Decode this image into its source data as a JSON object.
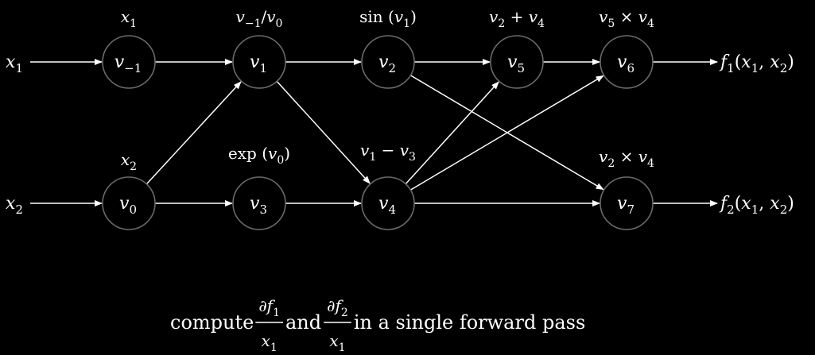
{
  "nodes": [
    {
      "id": "vm1",
      "var": "v",
      "sub": "−1",
      "label": [
        {
          "t": "x",
          "i": true
        },
        {
          "t": "1",
          "s": true
        }
      ]
    },
    {
      "id": "v0",
      "var": "v",
      "sub": "0",
      "label": [
        {
          "t": "x",
          "i": true
        },
        {
          "t": "2",
          "s": true
        }
      ]
    },
    {
      "id": "v1",
      "var": "v",
      "sub": "1",
      "label": [
        {
          "t": "v",
          "i": true
        },
        {
          "t": "−1",
          "s": true
        },
        {
          "t": "/"
        },
        {
          "t": "v",
          "i": true
        },
        {
          "t": "0",
          "s": true
        }
      ]
    },
    {
      "id": "v2",
      "var": "v",
      "sub": "2",
      "label": [
        {
          "t": "sin "
        },
        {
          "t": "("
        },
        {
          "t": "v",
          "i": true
        },
        {
          "t": "1",
          "s": true
        },
        {
          "t": ")"
        }
      ]
    },
    {
      "id": "v3",
      "var": "v",
      "sub": "3",
      "label": [
        {
          "t": "exp "
        },
        {
          "t": "("
        },
        {
          "t": "v",
          "i": true
        },
        {
          "t": "0",
          "s": true
        },
        {
          "t": ")"
        }
      ]
    },
    {
      "id": "v4",
      "var": "v",
      "sub": "4",
      "label": [
        {
          "t": "v",
          "i": true
        },
        {
          "t": "1",
          "s": true
        },
        {
          "t": " − "
        },
        {
          "t": "v",
          "i": true
        },
        {
          "t": "3",
          "s": true
        }
      ]
    },
    {
      "id": "v5",
      "var": "v",
      "sub": "5",
      "label": [
        {
          "t": "v",
          "i": true
        },
        {
          "t": "2",
          "s": true
        },
        {
          "t": " + "
        },
        {
          "t": "v",
          "i": true
        },
        {
          "t": "4",
          "s": true
        }
      ]
    },
    {
      "id": "v6",
      "var": "v",
      "sub": "6",
      "label": [
        {
          "t": "v",
          "i": true
        },
        {
          "t": "5",
          "s": true
        },
        {
          "t": " × "
        },
        {
          "t": "v",
          "i": true
        },
        {
          "t": "4",
          "s": true
        }
      ]
    },
    {
      "id": "v7",
      "var": "v",
      "sub": "7",
      "label": [
        {
          "t": "v",
          "i": true
        },
        {
          "t": "2",
          "s": true
        },
        {
          "t": " × "
        },
        {
          "t": "v",
          "i": true
        },
        {
          "t": "4",
          "s": true
        }
      ]
    }
  ],
  "inputs": [
    {
      "target": "vm1",
      "label": [
        {
          "t": "x",
          "i": true
        },
        {
          "t": "1",
          "s": true
        }
      ]
    },
    {
      "target": "v0",
      "label": [
        {
          "t": "x",
          "i": true
        },
        {
          "t": "2",
          "s": true
        }
      ]
    }
  ],
  "outputs": [
    {
      "source": "v6",
      "label": [
        {
          "t": "f",
          "i": true
        },
        {
          "t": "1",
          "s": true
        },
        {
          "t": "("
        },
        {
          "t": "x",
          "i": true
        },
        {
          "t": "1",
          "s": true
        },
        {
          "t": ", "
        },
        {
          "t": "x",
          "i": true
        },
        {
          "t": "2",
          "s": true
        },
        {
          "t": ")"
        }
      ]
    },
    {
      "source": "v7",
      "label": [
        {
          "t": "f",
          "i": true
        },
        {
          "t": "2",
          "s": true
        },
        {
          "t": "("
        },
        {
          "t": "x",
          "i": true
        },
        {
          "t": "1",
          "s": true
        },
        {
          "t": ", "
        },
        {
          "t": "x",
          "i": true
        },
        {
          "t": "2",
          "s": true
        },
        {
          "t": ")"
        }
      ]
    }
  ],
  "edges": [
    [
      "vm1",
      "v1"
    ],
    [
      "v0",
      "v1"
    ],
    [
      "v0",
      "v3"
    ],
    [
      "v1",
      "v2"
    ],
    [
      "v1",
      "v4"
    ],
    [
      "v3",
      "v4"
    ],
    [
      "v2",
      "v5"
    ],
    [
      "v2",
      "v7"
    ],
    [
      "v4",
      "v5"
    ],
    [
      "v4",
      "v6"
    ],
    [
      "v4",
      "v7"
    ],
    [
      "v5",
      "v6"
    ]
  ],
  "caption": {
    "prefix": "compute ",
    "frac1": {
      "num": [
        {
          "t": "∂"
        },
        {
          "t": "f",
          "i": true
        },
        {
          "t": "1",
          "s": true
        }
      ],
      "den": [
        {
          "t": "x",
          "i": true
        },
        {
          "t": "1",
          "s": true
        }
      ]
    },
    "mid": " and ",
    "frac2": {
      "num": [
        {
          "t": "∂"
        },
        {
          "t": "f",
          "i": true
        },
        {
          "t": "2",
          "s": true
        }
      ],
      "den": [
        {
          "t": "x",
          "i": true
        },
        {
          "t": "1",
          "s": true
        }
      ]
    },
    "suffix": " in a single forward pass"
  }
}
